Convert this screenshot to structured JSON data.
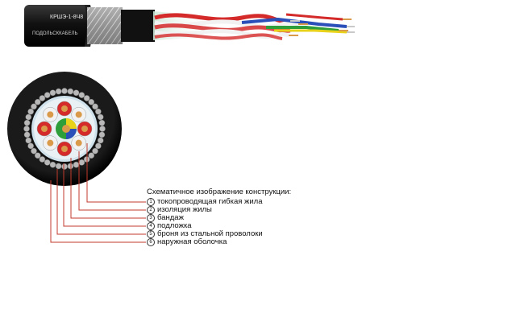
{
  "cable_print": {
    "brand": "КРШЭ-1-8Ч8",
    "maker": "ПОДОЛЬСККАБЕЛЬ"
  },
  "legend": {
    "title": "Схематичное изображение конструкции:",
    "items": [
      {
        "num": "1",
        "label": "токопроводящая гибкая жила"
      },
      {
        "num": "2",
        "label": "изоляция жилы"
      },
      {
        "num": "3",
        "label": "бандаж"
      },
      {
        "num": "4",
        "label": "подложка"
      },
      {
        "num": "5",
        "label": "броня из стальной проволоки"
      },
      {
        "num": "6",
        "label": "наружная оболочка"
      }
    ]
  },
  "colors": {
    "sheath": "#151515",
    "leader_line": "#c0392b",
    "insulation_red": "#d42a2a",
    "insulation_white": "#f2f2f2",
    "insulation_blue": "#2a4fb8",
    "insulation_green": "#2e9e3a",
    "insulation_yellow": "#e8d21a",
    "copper": "#d99a4a",
    "armor": "#b8b8b8"
  }
}
